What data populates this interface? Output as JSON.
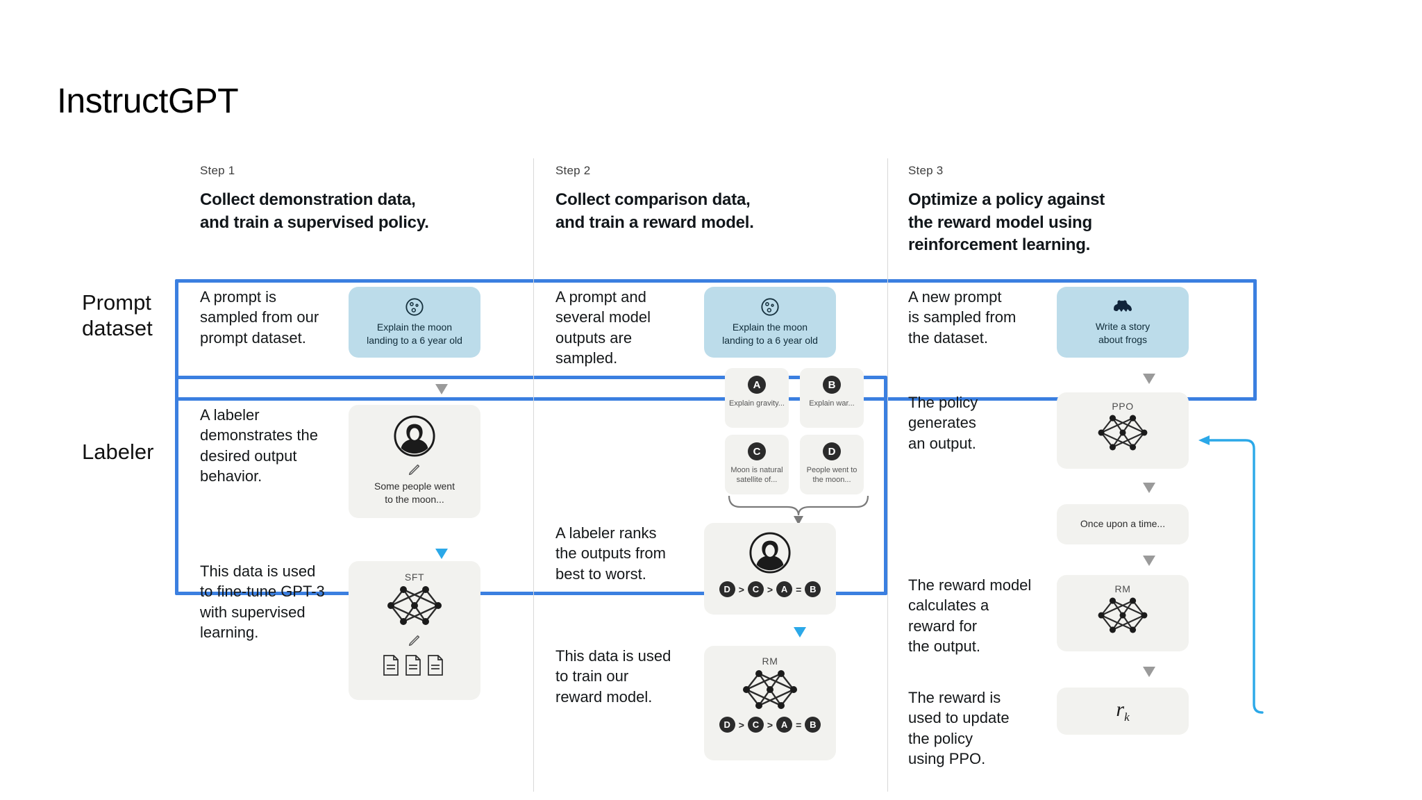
{
  "slide": {
    "title": "InstructGPT"
  },
  "annotations": {
    "prompt_dataset_label": "Prompt\ndataset",
    "labeler_label": "Labeler",
    "box_color": "#3b7fe0"
  },
  "colors": {
    "prompt_card_bg": "#bcdcea",
    "grey_card_bg": "#f2f2ef",
    "badge_bg": "#2b2b2b",
    "arrow_grey": "#9a9a9a",
    "arrow_cyan": "#2ba8e8",
    "annotation_blue": "#3b7fe0",
    "divider": "#d8d8d8"
  },
  "columns": [
    {
      "eyebrow": "Step 1",
      "title": "Collect demonstration data,\nand train a supervised policy.",
      "rows": [
        {
          "text": "A prompt is\nsampled from our\nprompt dataset.",
          "card": {
            "kind": "prompt",
            "icon": "moon-icon",
            "caption": "Explain the moon\nlanding to a 6 year old"
          }
        },
        {
          "text": "A labeler\ndemonstrates the\ndesired output\nbehavior.",
          "card": {
            "kind": "grey",
            "icon": "person-icon",
            "secondary_icon": "pencil-icon",
            "caption": "Some people went\nto the moon..."
          }
        },
        {
          "text": "This data is used\nto fine-tune GPT-3\nwith supervised\nlearning.",
          "card": {
            "kind": "grey",
            "label": "SFT",
            "icon": "neural-network-icon",
            "secondary_icon": "pencil-icon",
            "tertiary_icon": "documents-icon"
          }
        }
      ]
    },
    {
      "eyebrow": "Step 2",
      "title": "Collect comparison data,\nand train a reward model.",
      "rows": [
        {
          "text": "A prompt and\nseveral model\noutputs are\nsampled.",
          "card": {
            "kind": "prompt",
            "icon": "moon-icon",
            "caption": "Explain the moon\nlanding to a 6 year old"
          }
        },
        {
          "text": "A labeler ranks\nthe outputs from\nbest to worst.",
          "card": {
            "kind": "grey",
            "icon": "person-icon",
            "ranking": "D > C > A = B"
          }
        },
        {
          "text": "This data is used\nto train our\nreward model.",
          "card": {
            "kind": "grey",
            "label": "RM",
            "icon": "neural-network-icon",
            "ranking": "D > C > A = B"
          }
        }
      ],
      "model_outputs": [
        {
          "badge": "A",
          "text": "Explain gravity..."
        },
        {
          "badge": "B",
          "text": "Explain war..."
        },
        {
          "badge": "C",
          "text": "Moon is natural\nsatellite of..."
        },
        {
          "badge": "D",
          "text": "People went to\nthe moon..."
        }
      ],
      "ranking_sequence": [
        {
          "type": "badge",
          "value": "D"
        },
        {
          "type": "op",
          "value": ">"
        },
        {
          "type": "badge",
          "value": "C"
        },
        {
          "type": "op",
          "value": ">"
        },
        {
          "type": "badge",
          "value": "A"
        },
        {
          "type": "op",
          "value": "="
        },
        {
          "type": "badge",
          "value": "B"
        }
      ]
    },
    {
      "eyebrow": "Step 3",
      "title": "Optimize a policy against\nthe reward model using\nreinforcement learning.",
      "rows": [
        {
          "text": "A new prompt\nis sampled from\nthe dataset.",
          "card": {
            "kind": "prompt",
            "icon": "frog-icon",
            "caption": "Write a story\nabout frogs"
          }
        },
        {
          "text": "The policy\ngenerates\nan output.",
          "card": {
            "kind": "grey",
            "label": "PPO",
            "icon": "neural-network-icon"
          }
        },
        {
          "text": "",
          "card": {
            "kind": "grey",
            "caption": "Once upon a time..."
          }
        },
        {
          "text": "The reward model\ncalculates a\nreward for\nthe output.",
          "card": {
            "kind": "grey",
            "label": "RM",
            "icon": "neural-network-icon"
          }
        },
        {
          "text": "The reward is\nused to update\nthe policy\nusing PPO.",
          "card": {
            "kind": "grey",
            "caption": "r_k",
            "is_formula": true
          }
        }
      ],
      "feedback_loop": {
        "from": "reward",
        "to": "policy",
        "color": "#2ba8e8"
      }
    }
  ]
}
